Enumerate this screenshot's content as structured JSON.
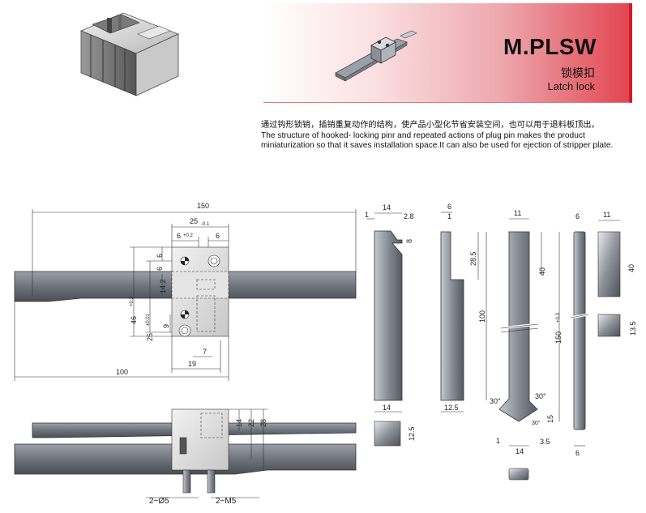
{
  "header": {
    "title": "M.PLSW",
    "subtitle_cn": "锁模扣",
    "subtitle_en": "Latch lock"
  },
  "description": {
    "cn": "通过钩形锁销，插销重复动作的结构，使产品小型化节省安装空间，也可以用于退料板顶出。",
    "en": "The structure of hooked- locking pinr and repeated actions of plug pin makes the product miniaturization so that it saves installation space.It can also be used for ejection of stripper plate."
  },
  "dimensions": {
    "d150": "150",
    "d25": "25",
    "d25tol": "-0.1",
    "d6a": "6",
    "d6atol": "+0.2",
    "d6b": "6",
    "d6c": "6",
    "d6d": "6",
    "d14_2": "14.2",
    "d46": "46",
    "d46tol": "+0.2",
    "d25b": "25",
    "d25btol": "±0.01",
    "d9": "9",
    "d7": "7",
    "d19": "19",
    "d100": "100",
    "s14": "14",
    "s1": "1",
    "s2_8": "2.8",
    "s8": "8",
    "s14b": "14",
    "p6": "6",
    "p1": "1",
    "p28_5": "28.5",
    "p100": "100",
    "p12_5": "12.5",
    "t11": "11",
    "t40": "40",
    "t150": "150",
    "t150tol": "+0.3",
    "t30a": "30°",
    "t30b": "30°",
    "t30c": "30°",
    "t15": "15",
    "t1": "1",
    "t14": "14",
    "t3_5": "3.5",
    "r6": "6",
    "r6b": "6",
    "q11": "11",
    "q40": "40",
    "q13_5": "13.5",
    "b14": "14",
    "b22": "22",
    "b28": "28",
    "b12_5": "12.5",
    "m_d5": "2−Ø5",
    "m_m5": "2−M5"
  },
  "colors": {
    "accent": "#d01c2a",
    "steel": "#8a8f99"
  }
}
